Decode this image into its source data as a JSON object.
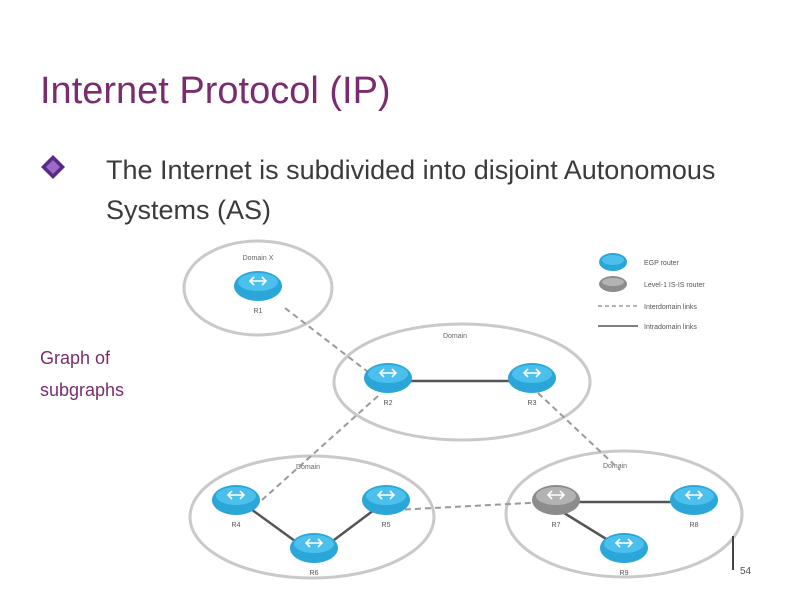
{
  "slide": {
    "title": "Internet Protocol (IP)",
    "bullet": "The Internet is subdivided into disjoint Autonomous Systems (AS)",
    "side_label": "Graph of subgraphs",
    "page_number": "54"
  },
  "diagram": {
    "colors": {
      "ellipse_stroke": "#c9c9c9",
      "router": "#2aa6d8",
      "router_gray": "#9a9a9a",
      "link": "#555555",
      "interdomain": "#9a9a9a"
    },
    "domains": [
      {
        "label": "Domain X"
      },
      {
        "label": "Domain"
      },
      {
        "label": "Domain"
      },
      {
        "label": "Domain"
      }
    ],
    "routers": [
      {
        "label": "R1"
      },
      {
        "label": "R2"
      },
      {
        "label": "R3"
      },
      {
        "label": "R4"
      },
      {
        "label": "R5"
      },
      {
        "label": "R6"
      },
      {
        "label": "R7"
      },
      {
        "label": "R8"
      },
      {
        "label": "R9"
      }
    ],
    "legend": [
      {
        "label": "EGP router",
        "icon": "router-icon"
      },
      {
        "label": "Level-1 IS-IS router",
        "icon": "gray-router-icon"
      },
      {
        "label": "Interdomain links",
        "icon": "dashed-line-icon"
      },
      {
        "label": "Intradomain links",
        "icon": "solid-line-icon"
      }
    ]
  }
}
